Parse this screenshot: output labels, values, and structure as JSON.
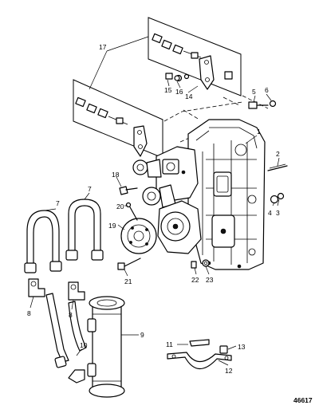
{
  "figure_number": "46617",
  "callouts": [
    {
      "id": "c1",
      "label": "1"
    },
    {
      "id": "c2",
      "label": "2"
    },
    {
      "id": "c3",
      "label": "3"
    },
    {
      "id": "c4",
      "label": "4"
    },
    {
      "id": "c5",
      "label": "5"
    },
    {
      "id": "c6",
      "label": "6"
    },
    {
      "id": "c7a",
      "label": "7"
    },
    {
      "id": "c7b",
      "label": "7"
    },
    {
      "id": "c8a",
      "label": "8"
    },
    {
      "id": "c8b",
      "label": "8"
    },
    {
      "id": "c9",
      "label": "9"
    },
    {
      "id": "c10",
      "label": "10"
    },
    {
      "id": "c11",
      "label": "11"
    },
    {
      "id": "c12",
      "label": "12"
    },
    {
      "id": "c13",
      "label": "13"
    },
    {
      "id": "c14",
      "label": "14"
    },
    {
      "id": "c15",
      "label": "15"
    },
    {
      "id": "c16",
      "label": "16"
    },
    {
      "id": "c17",
      "label": "17"
    },
    {
      "id": "c18",
      "label": "18"
    },
    {
      "id": "c19",
      "label": "19"
    },
    {
      "id": "c20",
      "label": "20"
    },
    {
      "id": "c21",
      "label": "21"
    },
    {
      "id": "c22",
      "label": "22"
    },
    {
      "id": "c23",
      "label": "23"
    }
  ]
}
